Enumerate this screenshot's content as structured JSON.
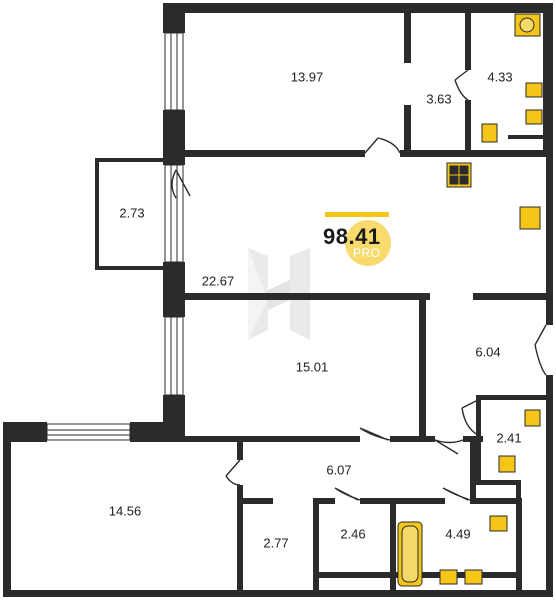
{
  "plan": {
    "wall_color": "#2b2b2b",
    "accent_color": "#f5c518",
    "watermark_color": "#e6e6e6",
    "total_area": "98.41",
    "total_badge": "PRO",
    "rooms": [
      {
        "id": "bedroom-top",
        "area": "13.97"
      },
      {
        "id": "wardrobe",
        "area": "3.63"
      },
      {
        "id": "bathroom-top",
        "area": "4.33"
      },
      {
        "id": "balcony",
        "area": "2.73"
      },
      {
        "id": "kitchen-living",
        "area": "22.67"
      },
      {
        "id": "bedroom-middle",
        "area": "15.01"
      },
      {
        "id": "hall-right",
        "area": "6.04"
      },
      {
        "id": "toilet-right",
        "area": "2.41"
      },
      {
        "id": "corridor",
        "area": "6.07"
      },
      {
        "id": "bedroom-bottom",
        "area": "14.56"
      },
      {
        "id": "storage-left",
        "area": "2.77"
      },
      {
        "id": "storage-middle",
        "area": "2.46"
      },
      {
        "id": "bathroom-bottom",
        "area": "4.49"
      }
    ]
  }
}
